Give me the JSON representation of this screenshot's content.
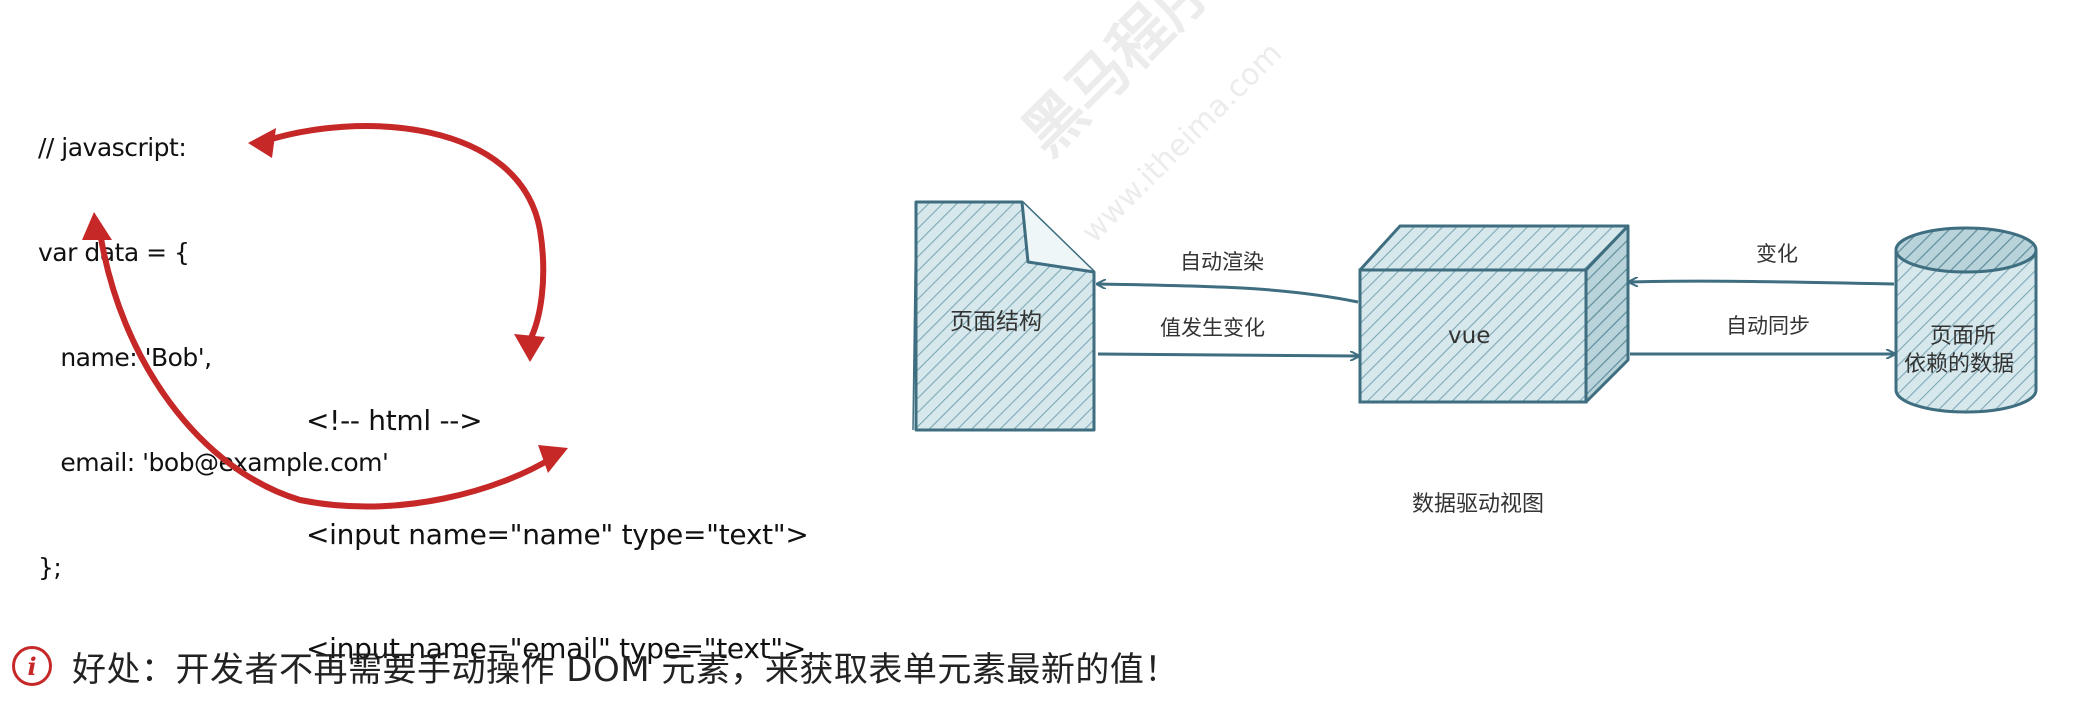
{
  "code_js": {
    "lines": [
      "// javascript:",
      "var data = {",
      "   name: 'Bob',",
      "   email: 'bob@example.com'",
      "};"
    ]
  },
  "code_html": {
    "lines": [
      "<!-- html -->",
      "<input name=\"name\" type=\"text\">",
      "<input name=\"email\" type=\"text\">"
    ]
  },
  "diagram": {
    "page_label": "页面结构",
    "vue_label": "vue",
    "data_label_line1": "页面所",
    "data_label_line2": "依赖的数据",
    "arrow_auto_render": "自动渲染",
    "arrow_value_change": "值发生变化",
    "arrow_change": "变化",
    "arrow_auto_sync": "自动同步",
    "caption": "数据驱动视图"
  },
  "watermark": {
    "text": "黑马程序员",
    "sub": "www.itheima.com"
  },
  "note": {
    "icon": "info-icon",
    "text": "好处：开发者不再需要手动操作 DOM 元素，来获取表单元素最新的值！"
  },
  "colors": {
    "arrow_red": "#c62828",
    "sketch_stroke": "#3e6e80",
    "sketch_fill": "#d3e6ea",
    "info_red": "#c62828"
  }
}
